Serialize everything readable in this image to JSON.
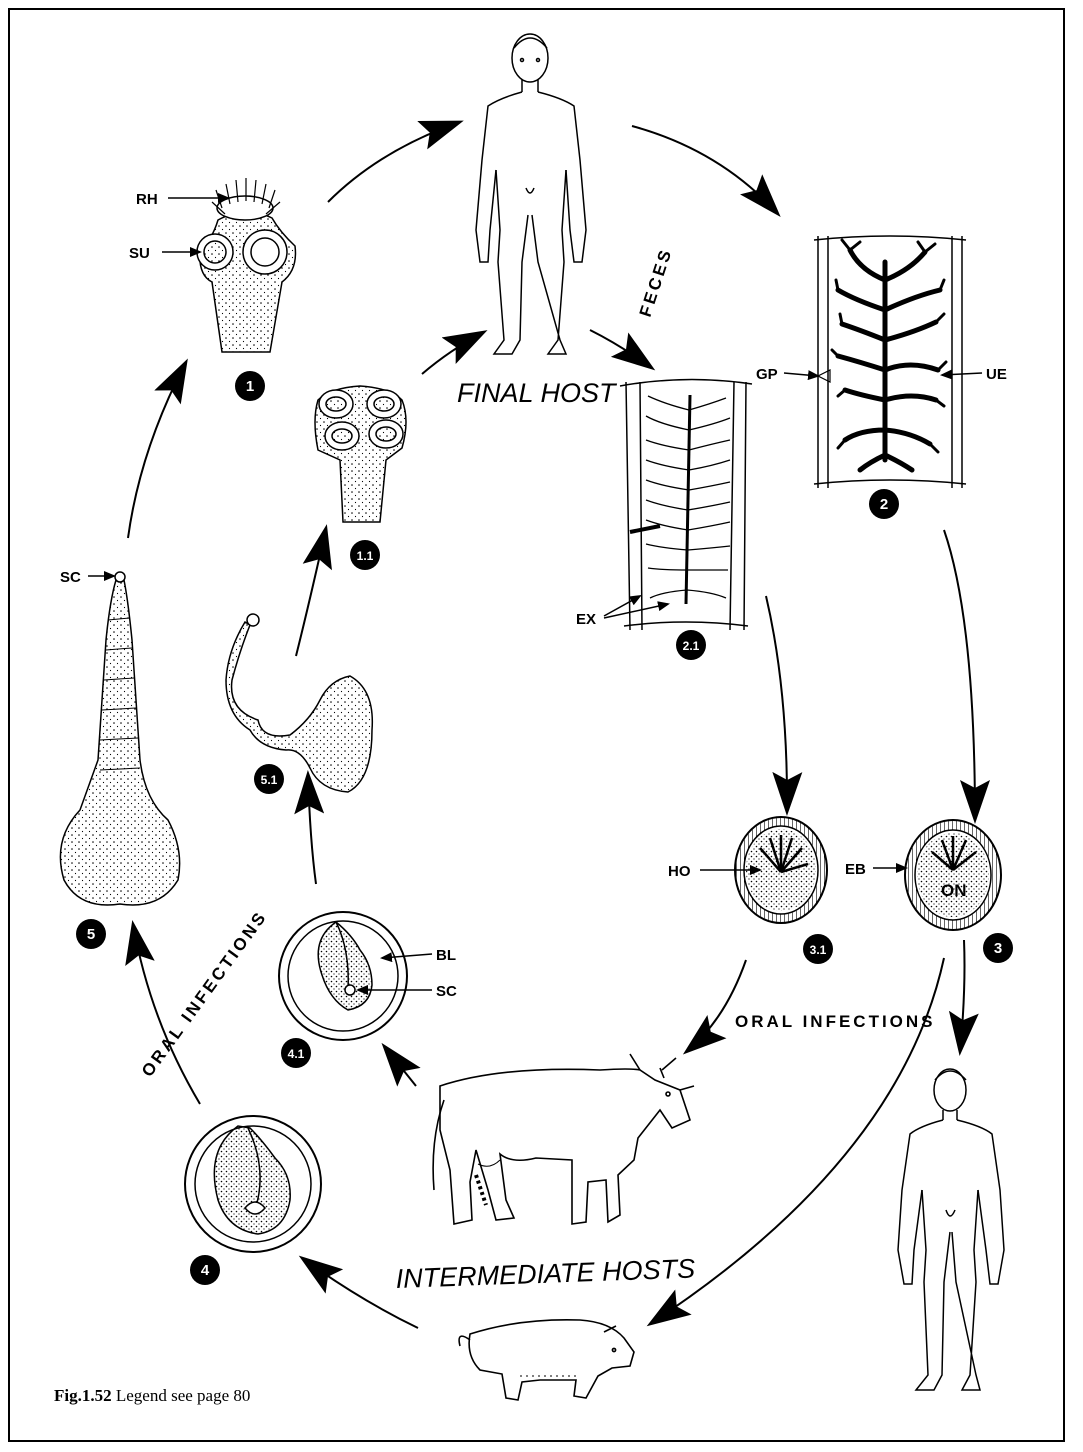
{
  "labels": {
    "rh": "RH",
    "su": "SU",
    "sc": "SC",
    "gp": "GP",
    "ue": "UE",
    "ex": "EX",
    "ho": "HO",
    "eb": "EB",
    "on": "ON",
    "bl": "BL"
  },
  "stages": {
    "s1": "1",
    "s1_1": "1.1",
    "s2": "2",
    "s2_1": "2.1",
    "s3": "3",
    "s3_1": "3.1",
    "s4": "4",
    "s4_1": "4.1",
    "s5": "5",
    "s5_1": "5.1"
  },
  "texts": {
    "final_host": "FINAL HOST",
    "feces": "FECES",
    "intermediate_hosts": "INTERMEDIATE HOSTS",
    "oral_infections_left": "ORAL INFECTIONS",
    "oral_infections_right": "ORAL  INFECTIONS"
  },
  "caption": {
    "fig_number": "Fig.1.52",
    "legend": "Legend see page 80"
  }
}
